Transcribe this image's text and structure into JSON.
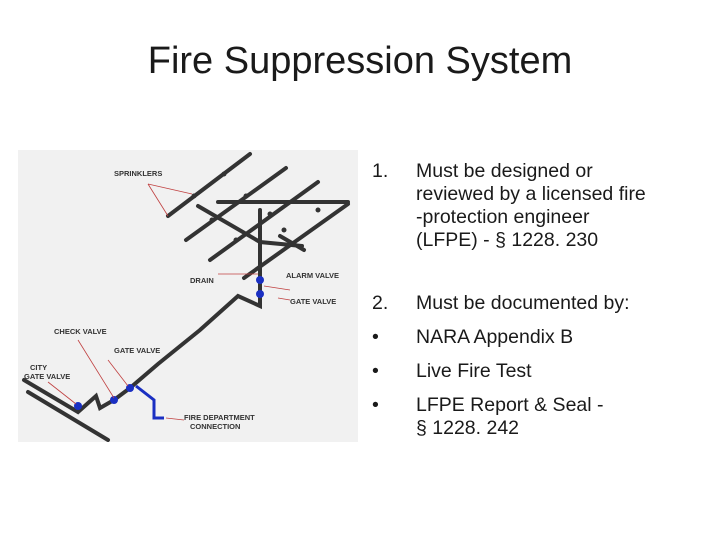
{
  "title": "Fire Suppression System",
  "diagram": {
    "labels": {
      "sprinklers": "SPRINKLERS",
      "drain": "DRAIN",
      "alarm_valve": "ALARM VALVE",
      "gate_valve_top": "GATE VALVE",
      "check_valve": "CHECK VALVE",
      "gate_valve_mid": "GATE VALVE",
      "city_line1": "CITY",
      "city_line2": "GATE VALVE",
      "fdc_line1": "FIRE DEPARTMENT",
      "fdc_line2": "CONNECTION"
    }
  },
  "list": {
    "item1": {
      "marker": "1.",
      "lines": [
        "Must be designed or",
        "reviewed by a licensed fire",
        "-protection engineer",
        "(LFPE) - § 1228. 230"
      ]
    },
    "item2": {
      "marker": "2.",
      "text": "Must be documented by:"
    },
    "bullets": [
      {
        "marker": "•",
        "lines": [
          "NARA  Appendix  B"
        ]
      },
      {
        "marker": "•",
        "lines": [
          "Live Fire Test"
        ]
      },
      {
        "marker": "•",
        "lines": [
          "LFPE Report & Seal -",
          "§ 1228. 242"
        ]
      }
    ]
  }
}
